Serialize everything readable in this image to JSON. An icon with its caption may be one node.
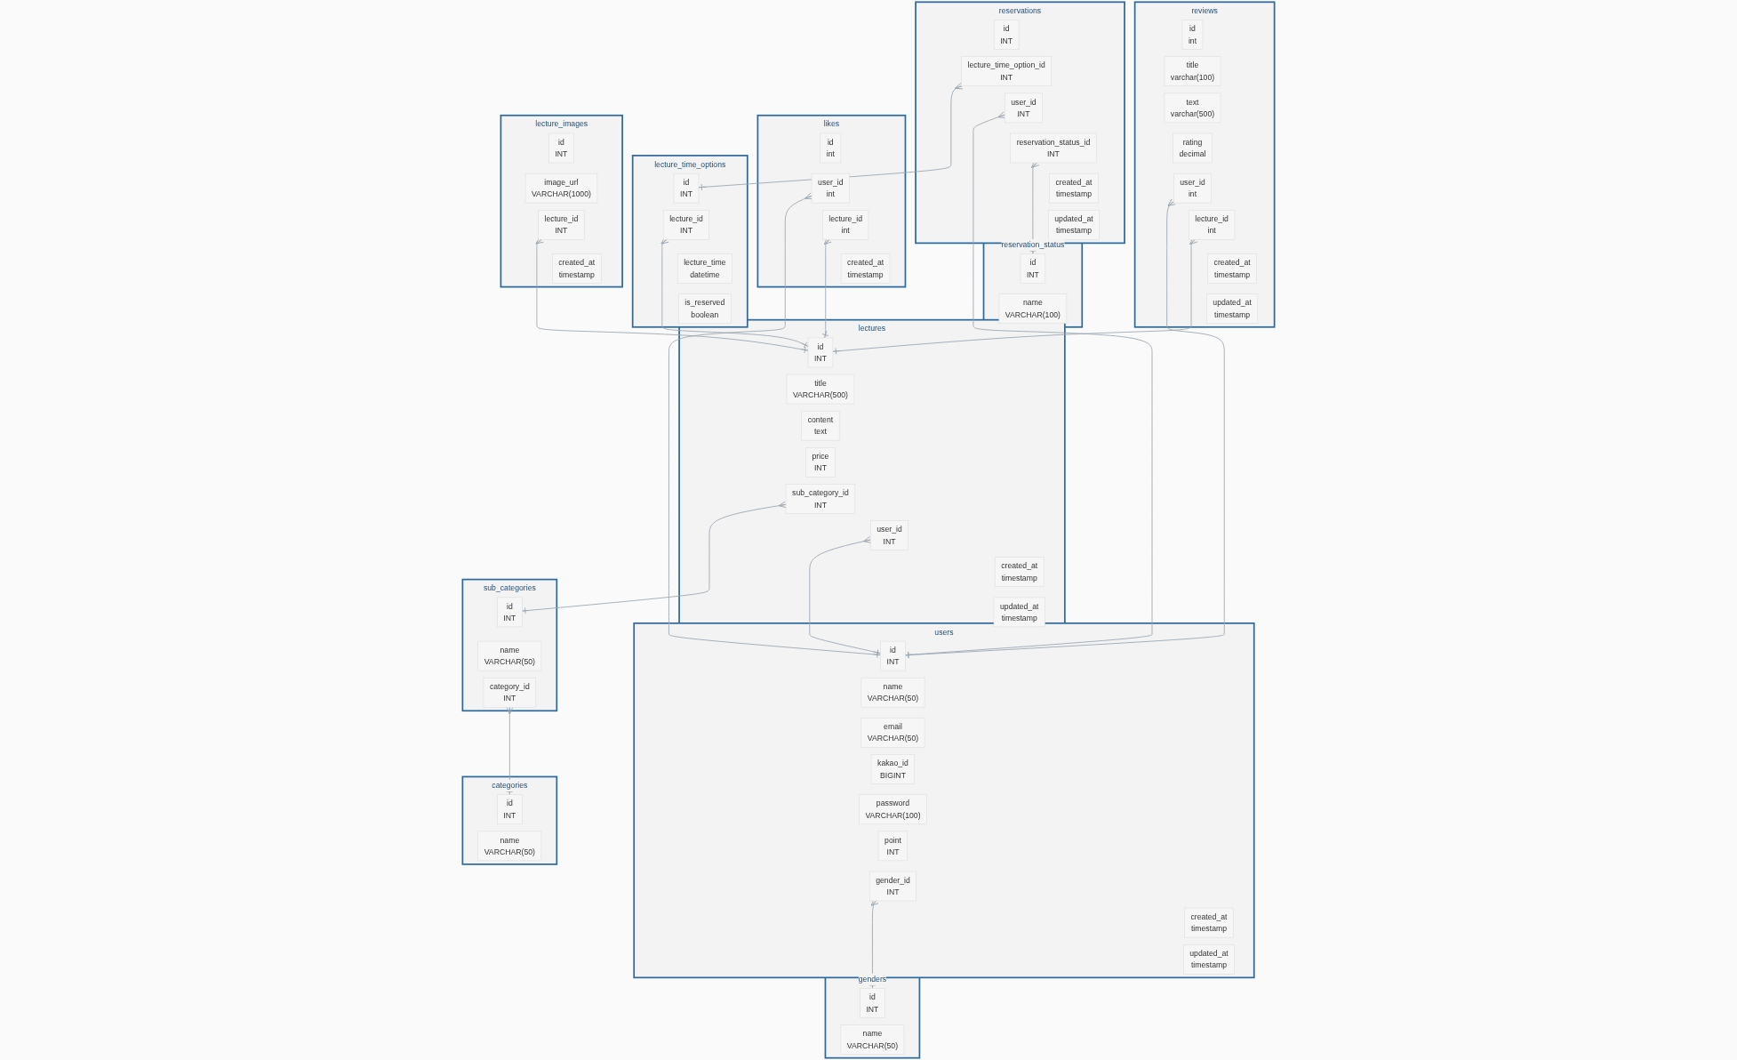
{
  "diagram": {
    "nodes": [
      {
        "text": [
          "reservations"
        ]
      },
      {
        "text": [
          "id",
          "INT"
        ],
        "in": 0
      },
      {
        "text": [
          "lecture_time_option_id",
          "INT"
        ],
        "in": 0
      },
      {
        "text": [
          "user_id",
          "INT"
        ],
        "in": 0
      },
      {
        "text": [
          "reservation_status_id",
          "INT"
        ],
        "in": 0
      },
      {
        "text": [
          "created_at",
          "timestamp"
        ],
        "in": 0
      },
      {
        "text": [
          "updated_at",
          "timestamp"
        ],
        "in": 0
      },
      {
        "text": [
          "reviews"
        ]
      },
      {
        "text": [
          "id",
          "int"
        ],
        "in": 7
      },
      {
        "text": [
          "title",
          "varchar(100)"
        ],
        "in": 7
      },
      {
        "text": [
          "text",
          "varchar(500)"
        ],
        "in": 7
      },
      {
        "text": [
          "rating",
          "decimal"
        ],
        "in": 7
      },
      {
        "text": [
          "user_id",
          "int"
        ],
        "in": 7
      },
      {
        "text": [
          "lecture_id",
          "int"
        ],
        "in": 7
      },
      {
        "text": [
          "created_at",
          "timestamp"
        ],
        "in": 7
      },
      {
        "text": [
          "updated_at",
          "timestamp"
        ],
        "in": 7
      },
      {
        "text": [
          "lecture_time_options"
        ]
      },
      {
        "text": [
          "id",
          "INT"
        ],
        "in": 16
      },
      {
        "text": [
          "lecture_id",
          "INT"
        ],
        "in": 16
      },
      {
        "text": [
          "lecture_time",
          "datetime"
        ],
        "in": 16
      },
      {
        "text": [
          "is_reserved",
          "boolean"
        ],
        "in": 16
      },
      {
        "text": [
          "users"
        ]
      },
      {
        "text": [
          "id",
          "INT"
        ],
        "in": 21
      },
      {
        "text": [
          "name",
          "VARCHAR(50)"
        ],
        "in": 21
      },
      {
        "text": [
          "email",
          "VARCHAR(50)"
        ],
        "in": 21
      },
      {
        "text": [
          "kakao_id",
          "BIGINT"
        ],
        "in": 21
      },
      {
        "text": [
          "password",
          "VARCHAR(100)"
        ],
        "in": 21
      },
      {
        "text": [
          "point",
          "INT"
        ],
        "in": 21
      },
      {
        "text": [
          "gender_id",
          "INT"
        ],
        "in": 21
      },
      {
        "text": [
          "created_at",
          "timestamp"
        ],
        "in": 21
      },
      {
        "text": [
          "updated_at",
          "timestamp"
        ],
        "in": 21
      },
      {
        "text": [
          "lectures"
        ]
      },
      {
        "text": [
          "id",
          "INT"
        ],
        "in": 31
      },
      {
        "text": [
          "title",
          "VARCHAR(500)"
        ],
        "in": 31
      },
      {
        "text": [
          "content",
          "text"
        ],
        "in": 31
      },
      {
        "text": [
          "price",
          "INT"
        ],
        "in": 31
      },
      {
        "text": [
          "sub_category_id",
          "INT"
        ],
        "in": 31
      },
      {
        "text": [
          "user_id",
          "INT"
        ],
        "in": 31
      },
      {
        "text": [
          "created_at",
          "timestamp"
        ],
        "in": 31
      },
      {
        "text": [
          "updated_at",
          "timestamp"
        ],
        "in": 31
      },
      {
        "text": [
          "likes"
        ]
      },
      {
        "text": [
          "id",
          "int"
        ],
        "in": 40
      },
      {
        "text": [
          "user_id",
          "int"
        ],
        "in": 40
      },
      {
        "text": [
          "lecture_id",
          "int"
        ],
        "in": 40
      },
      {
        "text": [
          "created_at",
          "timestamp"
        ],
        "in": 40
      },
      {
        "text": [
          "genders"
        ]
      },
      {
        "text": [
          "id",
          "INT"
        ],
        "in": 45
      },
      {
        "text": [
          "name",
          "VARCHAR(50)"
        ],
        "in": 45
      },
      {
        "text": [
          "sub_categories"
        ]
      },
      {
        "text": [
          "id",
          "INT"
        ],
        "in": 48
      },
      {
        "text": [
          "name",
          "VARCHAR(50)"
        ],
        "in": 48
      },
      {
        "text": [
          "category_id",
          "INT"
        ],
        "in": 48
      },
      {
        "text": [
          "lecture_images"
        ]
      },
      {
        "text": [
          "id",
          "INT"
        ],
        "in": 52
      },
      {
        "text": [
          "image_url",
          "VARCHAR(1000)"
        ],
        "in": 52
      },
      {
        "text": [
          "lecture_id",
          "INT"
        ],
        "in": 52
      },
      {
        "text": [
          "created_at",
          "timestamp"
        ],
        "in": 52
      },
      {
        "text": [
          "reservation_status"
        ]
      },
      {
        "text": [
          "id",
          "INT"
        ],
        "in": 57
      },
      {
        "text": [
          "name",
          "VARCHAR(100)"
        ],
        "in": 57
      },
      {
        "text": [
          "categories"
        ]
      },
      {
        "text": [
          "id",
          "INT"
        ],
        "in": 60
      },
      {
        "text": [
          "name",
          "VARCHAR(50)"
        ],
        "in": 60
      }
    ],
    "edges": [
      {
        "from": 2,
        "to": 17,
        "arrow": "other"
      },
      {
        "from": 3,
        "to": 22,
        "arrow": "other"
      },
      {
        "from": 4,
        "to": 58,
        "arrow": "other"
      },
      {
        "from": 12,
        "to": 22,
        "arrow": "other"
      },
      {
        "from": 13,
        "to": 32,
        "arrow": "other"
      },
      {
        "from": 42,
        "to": 22,
        "arrow": "other"
      },
      {
        "from": 43,
        "to": 32,
        "arrow": "other"
      },
      {
        "from": 37,
        "to": 22,
        "arrow": "other"
      },
      {
        "from": 36,
        "to": 49,
        "arrow": "other"
      },
      {
        "from": 18,
        "to": 32,
        "arrow": "other"
      },
      {
        "from": 55,
        "to": 32,
        "arrow": "other"
      },
      {
        "from": 51,
        "to": 61,
        "arrow": "other"
      },
      {
        "from": 28,
        "to": 46,
        "arrow": "other"
      }
    ]
  }
}
